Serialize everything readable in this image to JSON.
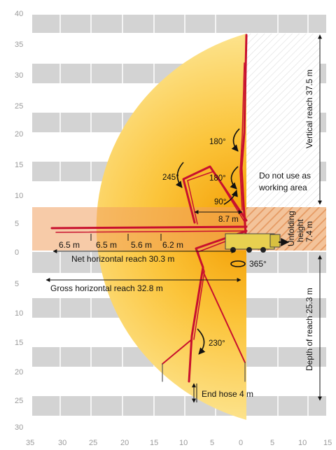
{
  "scale": {
    "y_ticks": [
      "40",
      "35",
      "30",
      "25",
      "20",
      "15",
      "10",
      "5",
      "0",
      "5",
      "10",
      "15",
      "20",
      "25",
      "30"
    ],
    "x_ticks": [
      "35",
      "30",
      "25",
      "20",
      "15",
      "10",
      "5",
      "0",
      "5",
      "10",
      "15"
    ]
  },
  "labels": {
    "vertical_reach": "Vertical reach 37.5 m",
    "depth_of_reach": "Depth of reach 25.3 m",
    "unfolding_line1": "Unfolding",
    "unfolding_line2": "height",
    "unfolding_line3": "7.4 m",
    "do_not_use_line1": "Do not use as",
    "do_not_use_line2": "working area",
    "net_horizontal": "Net horizontal reach 30.3 m",
    "gross_horizontal": "Gross horizontal reach 32.8 m",
    "end_hose": "End hose 4 m",
    "rotation": "365°",
    "angle_180_top": "180°",
    "angle_180_mid": "180°",
    "angle_245": "245°",
    "angle_90": "90°",
    "angle_230": "230°",
    "dim_8_7": "8.7 m",
    "segments": [
      "6.5 m",
      "6.5 m",
      "5.6 m",
      "6.2 m"
    ]
  },
  "colors": {
    "boom": "#c8102e",
    "reach_zone_inner": "#f6a800",
    "reach_zone_outer": "#fde89a",
    "unfolding_band": "#f0a060",
    "stripe": "#d2d2d2"
  }
}
